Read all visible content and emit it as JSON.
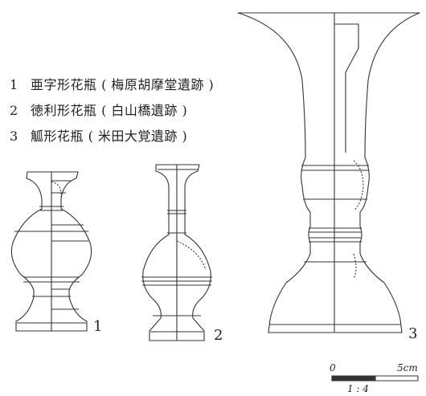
{
  "legend": [
    {
      "num": "1",
      "text": "亜字形花瓶 ( 梅原胡摩堂遺跡 )"
    },
    {
      "num": "2",
      "text": "徳利形花瓶 ( 白山橋遺跡 )"
    },
    {
      "num": "3",
      "text": "觚形花瓶 ( 米田大覚遺跡 )"
    }
  ],
  "figures": [
    {
      "label": "1",
      "name": "亜字形花瓶"
    },
    {
      "label": "2",
      "name": "徳利形花瓶"
    },
    {
      "label": "3",
      "name": "觚形花瓶"
    }
  ],
  "scale": {
    "zero": "0",
    "max": "5cm",
    "ratio": "1 : 4"
  }
}
